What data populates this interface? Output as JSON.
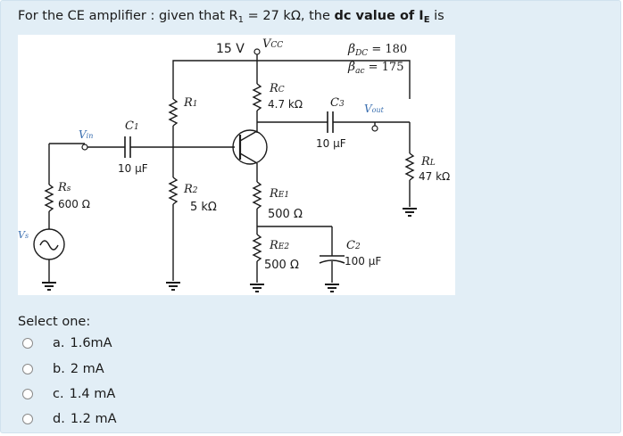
{
  "question": {
    "prefix": "For the CE amplifier : given that R",
    "r1_sub": "1",
    "mid": " = 27 kΩ, the ",
    "bold_a": "dc value of I",
    "bold_sub": "E",
    "suffix": " is"
  },
  "circuit": {
    "vsupply": "15 V",
    "vcc": "V",
    "vcc_sub": "CC",
    "bdc": "β",
    "bdc_sub": "DC",
    "bdc_val": " = 180",
    "bac": "β",
    "bac_sub": "ac",
    "bac_val": " = 175",
    "rc": "R",
    "rc_sub": "C",
    "rc_val": "4.7 kΩ",
    "r1": "R",
    "r1_sub": "1",
    "c3": "C",
    "c3_sub": "3",
    "c3_val": "10 μF",
    "vout": "V",
    "vout_sub": "out",
    "c1": "C",
    "c1_sub": "1",
    "c1_val": "10 μF",
    "vin": "V",
    "vin_sub": "in",
    "rl": "R",
    "rl_sub": "L",
    "rl_val": "47 kΩ",
    "rs": "R",
    "rs_sub": "s",
    "rs_val": "600 Ω",
    "r2": "R",
    "r2_sub": "2",
    "r2_val": "5 kΩ",
    "re1": "R",
    "re1_sub": "E1",
    "re1_val": "500  Ω",
    "re2": "R",
    "re2_sub": "E2",
    "re2_val": "500  Ω",
    "c2": "C",
    "c2_sub": "2",
    "c2_val": "100 μF",
    "vs": "V",
    "vs_sub": "s"
  },
  "select_label": "Select one:",
  "options": [
    {
      "letter": "a.",
      "text": "1.6mA"
    },
    {
      "letter": "b.",
      "text": "2 mA"
    },
    {
      "letter": "c.",
      "text": "1.4 mA"
    },
    {
      "letter": "d.",
      "text": "1.2 mA"
    }
  ]
}
